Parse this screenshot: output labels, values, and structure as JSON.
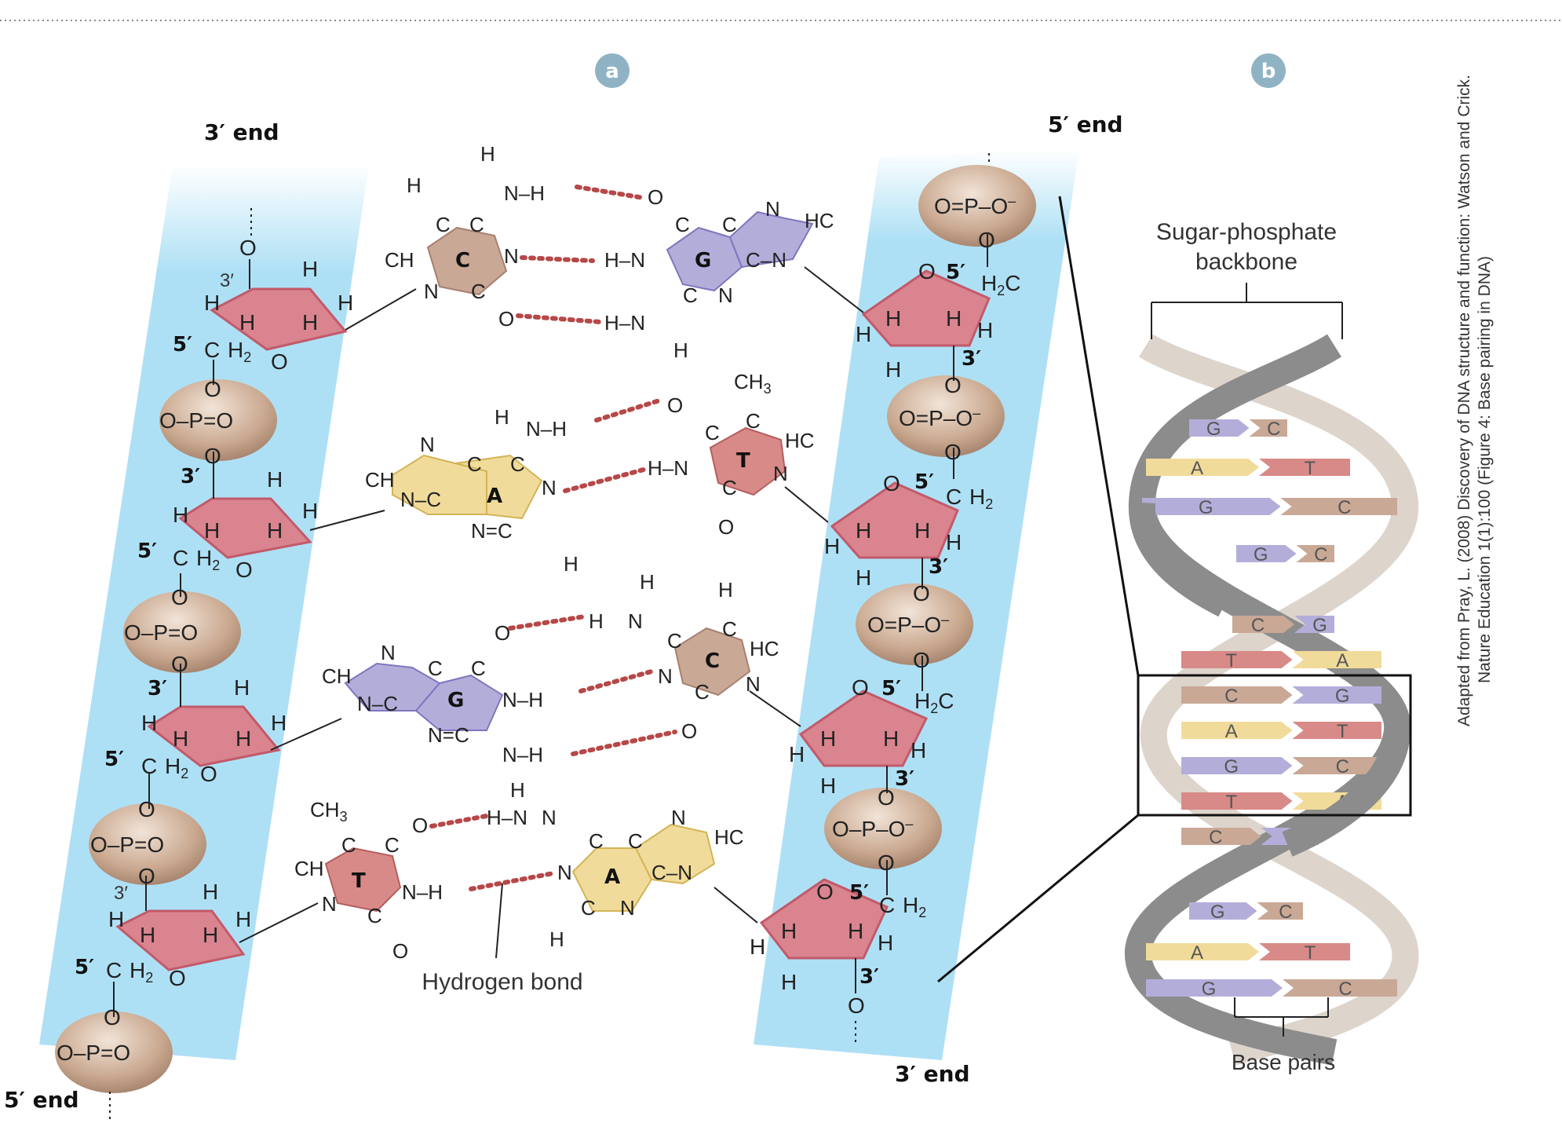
{
  "panels": {
    "a": "a",
    "b": "b"
  },
  "ends": {
    "left_top": "3′ end",
    "left_bottom": "5′ end",
    "right_top": "5′ end",
    "right_bottom": "3′ end"
  },
  "base_pairs_left_to_right": [
    {
      "left": "C",
      "right": "G"
    },
    {
      "left": "A",
      "right": "T"
    },
    {
      "left": "G",
      "right": "C"
    },
    {
      "left": "T",
      "right": "A"
    }
  ],
  "labels": {
    "hydrogen_bond": "Hydrogen bond",
    "sugar_phosphate": "Sugar-phosphate",
    "backbone": "backbone",
    "base_pairs": "Base pairs"
  },
  "helix_pairs": [
    {
      "left": "G",
      "right": "C"
    },
    {
      "left": "A",
      "right": "T"
    },
    {
      "left": "G",
      "right": "C"
    },
    {
      "left": "G",
      "right": "C"
    },
    {
      "left": "C",
      "right": "G"
    },
    {
      "left": "T",
      "right": "A"
    },
    {
      "left": "C",
      "right": "G"
    },
    {
      "left": "A",
      "right": "T"
    },
    {
      "left": "G",
      "right": "C"
    },
    {
      "left": "T",
      "right": "A"
    },
    {
      "left": "C",
      "right": "G"
    },
    {
      "left": "G",
      "right": "C"
    },
    {
      "left": "A",
      "right": "T"
    },
    {
      "left": "G",
      "right": "C"
    }
  ],
  "credit_line1": "Adapted from Pray, L. (2008) Discovery of DNA structure and function: Watson and Crick.",
  "credit_line2": "Nature Education 1(1):100 (Figure 4: Base pairing in DNA)",
  "colors": {
    "backbone_band": "#aee0f5",
    "phosphate": "#c9a88f",
    "sugar": "#d9848f",
    "C": "#c9a896",
    "G": "#b3aed9",
    "A": "#f1db9a",
    "T": "#d88a88",
    "hbond": "#b64848"
  }
}
